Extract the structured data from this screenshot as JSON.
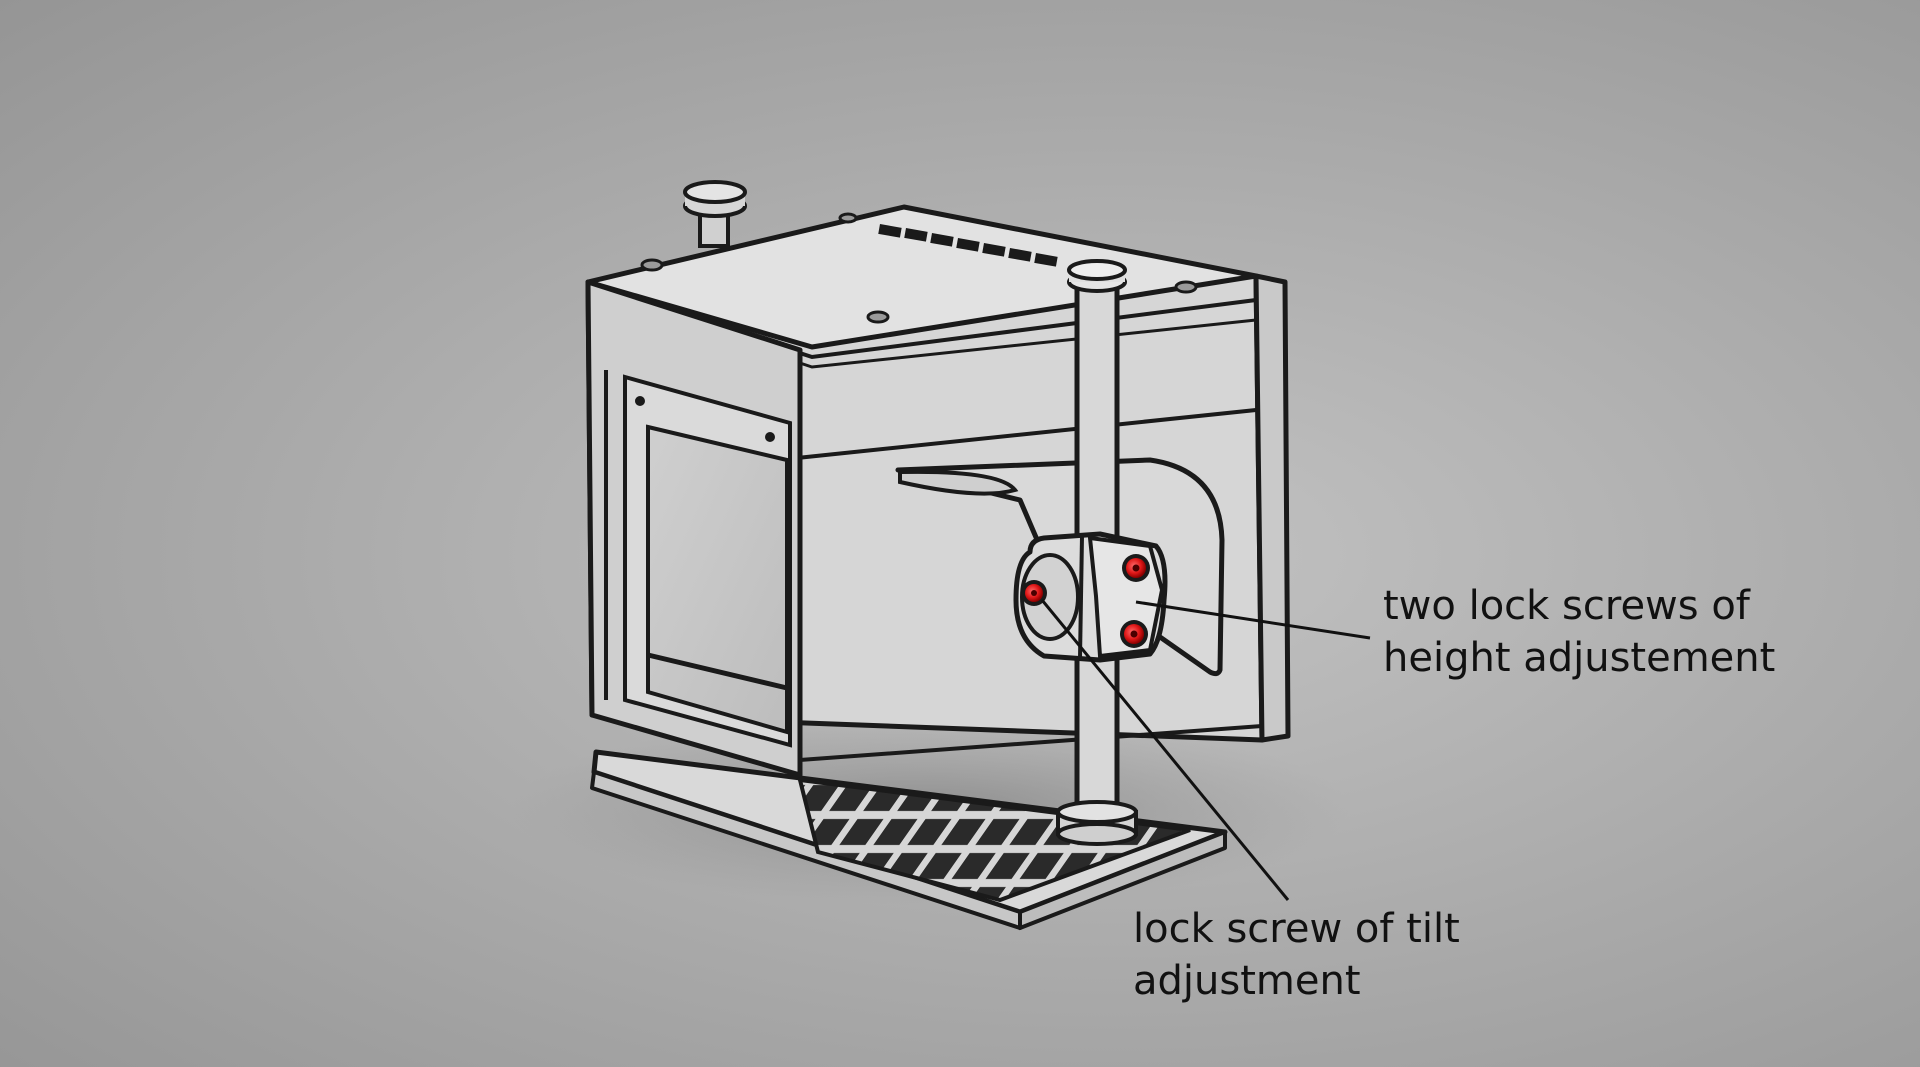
{
  "callouts": {
    "height_lock": {
      "line1": "two lock screws of",
      "line2": "height adjustement"
    },
    "tilt_lock": {
      "line1": "lock screw of tilt",
      "line2": "adjustment"
    }
  },
  "colors": {
    "background": "#a9a9a9",
    "housing": "#d9d9d9",
    "housing_shadow": "#c4c4c4",
    "outline": "#1a1a1a",
    "screw_highlight": "#e01818",
    "leader_line": "#111111"
  }
}
